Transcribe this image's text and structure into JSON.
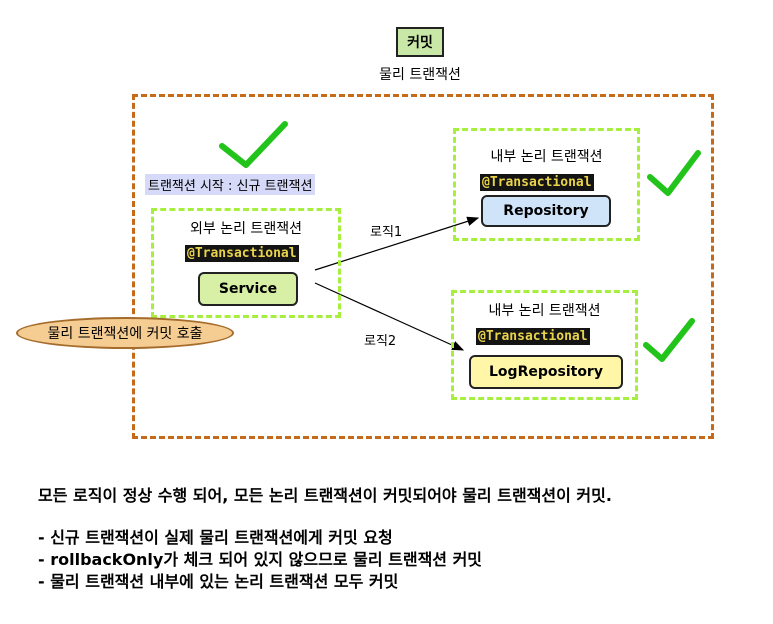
{
  "commit_label": "커밋",
  "physical_tx_label": "물리 트랜잭션",
  "tx_start_label": "트랜잭션 시작 : 신규 트랜잭션",
  "outer": {
    "title": "외부 논리 트랜잭션",
    "annotation": "@Transactional",
    "node": "Service",
    "node_color": "#d7f0a5"
  },
  "inner1": {
    "title": "내부 논리 트랜잭션",
    "annotation": "@Transactional",
    "node": "Repository",
    "node_color": "#cfe4f9"
  },
  "inner2": {
    "title": "내부 논리 트랜잭션",
    "annotation": "@Transactional",
    "node": "LogRepository",
    "node_color": "#fff6a8"
  },
  "logic1_label": "로직1",
  "logic2_label": "로직2",
  "call_label": "물리 트랜잭션에 커밋 호출",
  "summary": "모든 로직이 정상 수행 되어, 모든 논리 트랜잭션이 커밋되어야 물리 트랜잭션이 커밋.",
  "bullets": [
    "- 신규 트랜잭션이 실제 물리 트랜잭션에게 커밋 요청",
    "- rollbackOnly가 체크 되어 있지 않으므로 물리 트랜잭션 커밋",
    "- 물리 트랜잭션 내부에 있는 논리 트랜잭션 모두 커밋"
  ],
  "colors": {
    "physical_frame": "#c56a1b",
    "logical_frame": "#a7ef3e",
    "check": "#22c31b"
  }
}
